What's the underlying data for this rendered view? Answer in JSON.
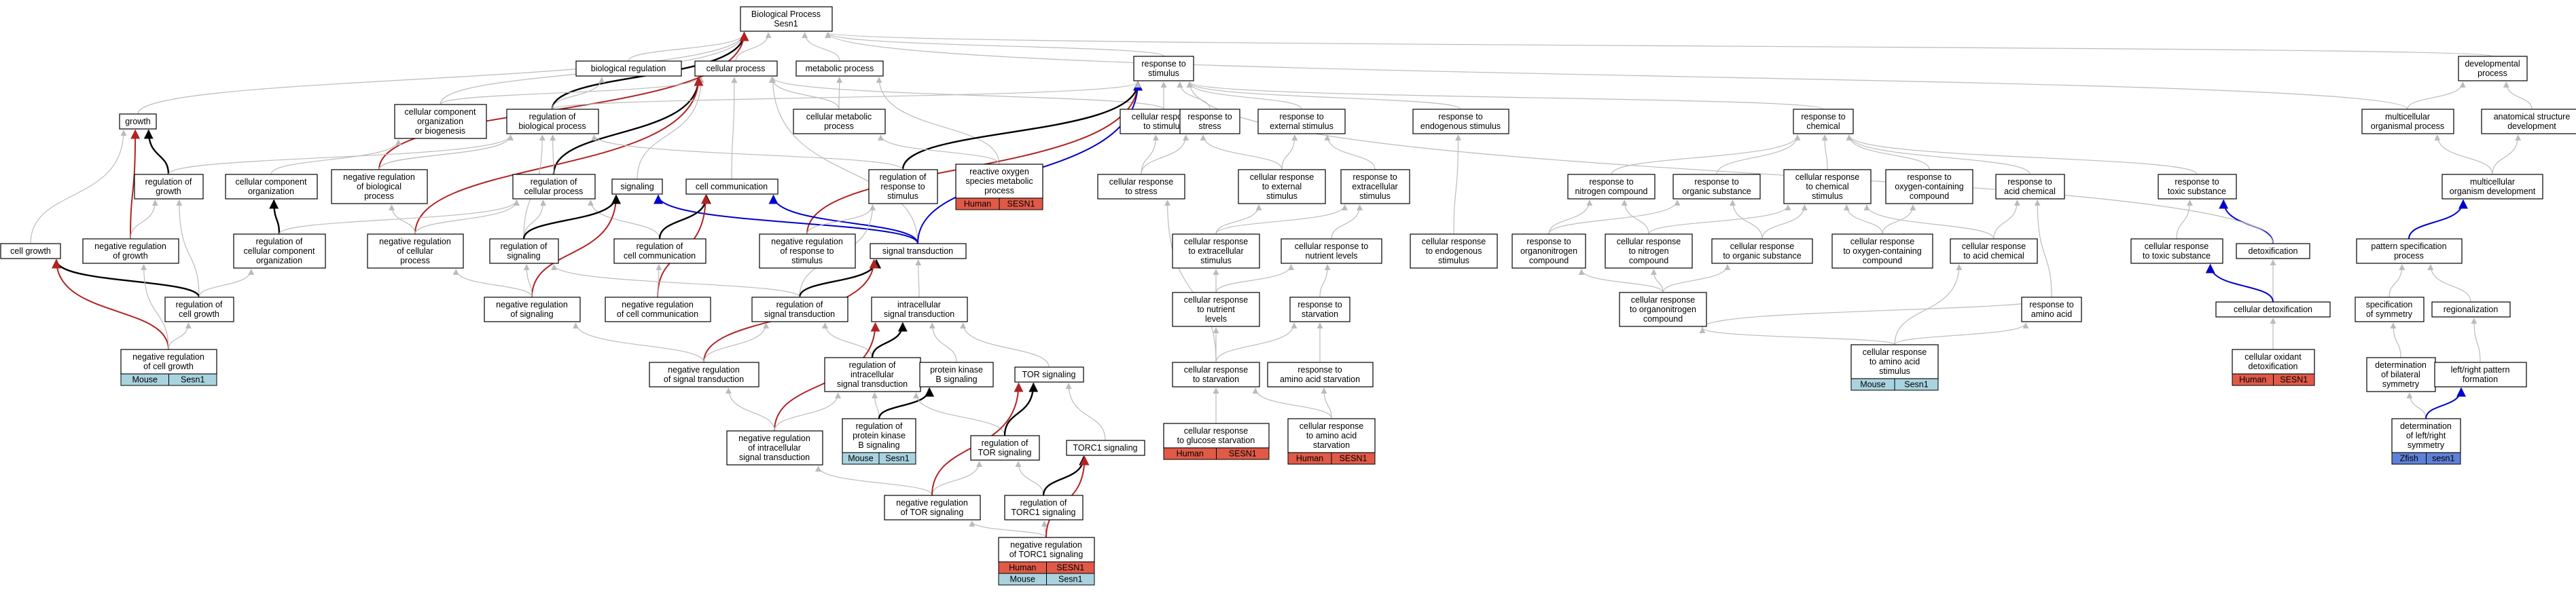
{
  "diagram": {
    "nodes": [
      {
        "id": "bp",
        "lines": [
          "Biological Process",
          "Sesn1"
        ]
      },
      {
        "id": "biolreg",
        "lines": [
          "biological regulation"
        ]
      },
      {
        "id": "cellproc",
        "lines": [
          "cellular process"
        ]
      },
      {
        "id": "metproc",
        "lines": [
          "metabolic process"
        ]
      },
      {
        "id": "resp",
        "lines": [
          "response to",
          "stimulus"
        ]
      },
      {
        "id": "devproc",
        "lines": [
          "developmental",
          "process"
        ]
      },
      {
        "id": "growth",
        "lines": [
          "growth"
        ]
      },
      {
        "id": "ccorg",
        "lines": [
          "cellular component",
          "organization",
          "or biogenesis"
        ]
      },
      {
        "id": "regbp",
        "lines": [
          "regulation of",
          "biological process"
        ]
      },
      {
        "id": "cellmet",
        "lines": [
          "cellular metabolic",
          "process"
        ]
      },
      {
        "id": "cellresp",
        "lines": [
          "cellular response",
          "to stimulus"
        ]
      },
      {
        "id": "respstress",
        "lines": [
          "response to",
          "stress"
        ]
      },
      {
        "id": "respext",
        "lines": [
          "response to",
          "external stimulus"
        ]
      },
      {
        "id": "respendo",
        "lines": [
          "response to",
          "endogenous stimulus"
        ]
      },
      {
        "id": "respchem",
        "lines": [
          "response to",
          "chemical"
        ]
      },
      {
        "id": "multiorg",
        "lines": [
          "multicellular",
          "organismal process"
        ]
      },
      {
        "id": "anatdev",
        "lines": [
          "anatomical structure",
          "development"
        ]
      },
      {
        "id": "reggrowth",
        "lines": [
          "regulation of",
          "growth"
        ]
      },
      {
        "id": "ccorg2",
        "lines": [
          "cellular component",
          "organization"
        ]
      },
      {
        "id": "negregbp",
        "lines": [
          "negative regulation",
          "of biological",
          "process"
        ]
      },
      {
        "id": "regcp",
        "lines": [
          "regulation of",
          "cellular process"
        ]
      },
      {
        "id": "signaling",
        "lines": [
          "signaling"
        ]
      },
      {
        "id": "cellcomm",
        "lines": [
          "cell communication"
        ]
      },
      {
        "id": "regresp",
        "lines": [
          "regulation of",
          "response to",
          "stimulus"
        ]
      },
      {
        "id": "ros",
        "lines": [
          "reactive oxygen",
          "species metabolic",
          "process"
        ],
        "badges": [
          {
            "rows": [
              [
                "Human",
                "SESN1"
              ]
            ],
            "colors": [
              "#e05a47",
              "#e05a47"
            ]
          }
        ]
      },
      {
        "id": "cellrespstress",
        "lines": [
          "cellular response",
          "to stress"
        ]
      },
      {
        "id": "cellrespext",
        "lines": [
          "cellular response",
          "to external",
          "stimulus"
        ]
      },
      {
        "id": "respextra",
        "lines": [
          "response to",
          "extracellular",
          "stimulus"
        ]
      },
      {
        "id": "respnitro",
        "lines": [
          "response to",
          "nitrogen compound"
        ]
      },
      {
        "id": "resporgsub",
        "lines": [
          "response to",
          "organic substance"
        ]
      },
      {
        "id": "cellrespchem",
        "lines": [
          "cellular response",
          "to chemical",
          "stimulus"
        ]
      },
      {
        "id": "respoxy",
        "lines": [
          "response to",
          "oxygen-containing",
          "compound"
        ]
      },
      {
        "id": "respacid",
        "lines": [
          "response to",
          "acid chemical"
        ]
      },
      {
        "id": "resptoxic",
        "lines": [
          "response to",
          "toxic substance"
        ]
      },
      {
        "id": "multidev",
        "lines": [
          "multicellular",
          "organism development"
        ]
      },
      {
        "id": "cellgrowth",
        "lines": [
          "cell growth"
        ]
      },
      {
        "id": "negreggrowth",
        "lines": [
          "negative regulation",
          "of growth"
        ]
      },
      {
        "id": "regccorg",
        "lines": [
          "regulation of",
          "cellular component",
          "organization"
        ]
      },
      {
        "id": "negregcp",
        "lines": [
          "negative regulation",
          "of cellular",
          "process"
        ]
      },
      {
        "id": "regsig",
        "lines": [
          "regulation of",
          "signaling"
        ]
      },
      {
        "id": "regcellcomm",
        "lines": [
          "regulation of",
          "cell communication"
        ]
      },
      {
        "id": "negregresp",
        "lines": [
          "negative regulation",
          "of response to",
          "stimulus"
        ]
      },
      {
        "id": "sigtrans",
        "lines": [
          "signal transduction"
        ]
      },
      {
        "id": "cellrespextra",
        "lines": [
          "cellular response",
          "to extracellular",
          "stimulus"
        ]
      },
      {
        "id": "respnutr",
        "lines": [
          "cellular response to",
          "nutrient levels"
        ]
      },
      {
        "id": "cellrespendo",
        "lines": [
          "cellular response",
          "to endogenous",
          "stimulus"
        ]
      },
      {
        "id": "respto_organo",
        "lines": [
          "response to",
          "organonitrogen",
          "compound"
        ]
      },
      {
        "id": "cellrespnitro",
        "lines": [
          "cellular response",
          "to nitrogen",
          "compound"
        ]
      },
      {
        "id": "cellresporg",
        "lines": [
          "cellular response",
          "to organic substance"
        ]
      },
      {
        "id": "cellrespoxy",
        "lines": [
          "cellular response",
          "to oxygen-containing",
          "compound"
        ]
      },
      {
        "id": "cellrespacid",
        "lines": [
          "cellular response",
          "to acid chemical"
        ]
      },
      {
        "id": "cellresptoxic",
        "lines": [
          "cellular response",
          "to toxic substance"
        ]
      },
      {
        "id": "detox",
        "lines": [
          "detoxification"
        ]
      },
      {
        "id": "patspec",
        "lines": [
          "pattern specification",
          "process"
        ]
      },
      {
        "id": "regcellgrowth",
        "lines": [
          "regulation of",
          "cell growth"
        ]
      },
      {
        "id": "negregsig",
        "lines": [
          "negative regulation",
          "of signaling"
        ]
      },
      {
        "id": "negregcc",
        "lines": [
          "negative regulation",
          "of cell communication"
        ]
      },
      {
        "id": "regsigtrans",
        "lines": [
          "regulation of",
          "signal transduction"
        ]
      },
      {
        "id": "intrasig",
        "lines": [
          "intracellular",
          "signal transduction"
        ]
      },
      {
        "id": "cellrespnutr",
        "lines": [
          "cellular response",
          "to nutrient",
          "levels"
        ]
      },
      {
        "id": "respstarv",
        "lines": [
          "response to",
          "starvation"
        ]
      },
      {
        "id": "cellresporgano",
        "lines": [
          "cellular response",
          "to organonitrogen",
          "compound"
        ]
      },
      {
        "id": "respamino",
        "lines": [
          "response to",
          "amino acid"
        ]
      },
      {
        "id": "celldetox",
        "lines": [
          "cellular detoxification"
        ]
      },
      {
        "id": "specsym",
        "lines": [
          "specification",
          "of symmetry"
        ]
      },
      {
        "id": "regionalization",
        "lines": [
          "regionalization"
        ]
      },
      {
        "id": "negregcellgrowth",
        "lines": [
          "negative regulation",
          "of cell growth"
        ],
        "badges": [
          {
            "rows": [
              [
                "Mouse",
                "Sesn1"
              ]
            ],
            "colors": [
              "#a9d3df",
              "#a9d3df"
            ]
          }
        ]
      },
      {
        "id": "negregsigtrans",
        "lines": [
          "negative regulation",
          "of signal transduction"
        ]
      },
      {
        "id": "regintrasig",
        "lines": [
          "regulation of",
          "intracellular",
          "signal transduction"
        ]
      },
      {
        "id": "pkb",
        "lines": [
          "protein kinase",
          "B signaling"
        ]
      },
      {
        "id": "tor",
        "lines": [
          "TOR signaling"
        ]
      },
      {
        "id": "cellrespstarv",
        "lines": [
          "cellular response",
          "to starvation"
        ]
      },
      {
        "id": "respaastarv",
        "lines": [
          "response to",
          "amino acid starvation"
        ]
      },
      {
        "id": "cellrespaa",
        "lines": [
          "cellular response",
          "to amino acid",
          "stimulus"
        ],
        "badges": [
          {
            "rows": [
              [
                "Mouse",
                "Sesn1"
              ]
            ],
            "colors": [
              "#a9d3df",
              "#a9d3df"
            ]
          }
        ]
      },
      {
        "id": "cellox",
        "lines": [
          "cellular oxidant",
          "detoxification"
        ],
        "badges": [
          {
            "rows": [
              [
                "Human",
                "SESN1"
              ]
            ],
            "colors": [
              "#e05a47",
              "#e05a47"
            ]
          }
        ]
      },
      {
        "id": "detbilat",
        "lines": [
          "determination",
          "of bilateral",
          "symmetry"
        ]
      },
      {
        "id": "lrpattern",
        "lines": [
          "left/right pattern",
          "formation"
        ]
      },
      {
        "id": "negregintra",
        "lines": [
          "negative regulation",
          "of intracellular",
          "signal transduction"
        ]
      },
      {
        "id": "regpkb",
        "lines": [
          "regulation of",
          "protein kinase",
          "B signaling"
        ],
        "badges": [
          {
            "rows": [
              [
                "Mouse",
                "Sesn1"
              ]
            ],
            "colors": [
              "#a9d3df",
              "#a9d3df"
            ]
          }
        ]
      },
      {
        "id": "regtor",
        "lines": [
          "regulation of",
          "TOR signaling"
        ]
      },
      {
        "id": "torc1",
        "lines": [
          "TORC1 signaling"
        ]
      },
      {
        "id": "cellrespglc",
        "lines": [
          "cellular response",
          "to glucose starvation"
        ],
        "badges": [
          {
            "rows": [
              [
                "Human",
                "SESN1"
              ]
            ],
            "colors": [
              "#e05a47",
              "#e05a47"
            ]
          }
        ]
      },
      {
        "id": "cellrespaastarv",
        "lines": [
          "cellular response",
          "to amino acid",
          "starvation"
        ],
        "badges": [
          {
            "rows": [
              [
                "Human",
                "SESN1"
              ]
            ],
            "colors": [
              "#e05a47",
              "#e05a47"
            ]
          }
        ]
      },
      {
        "id": "detlr",
        "lines": [
          "determination",
          "of left/right",
          "symmetry"
        ],
        "badges": [
          {
            "rows": [
              [
                "Zfish",
                "sesn1"
              ]
            ],
            "colors": [
              "#5f80d8",
              "#5f80d8"
            ]
          }
        ]
      },
      {
        "id": "negregtor",
        "lines": [
          "negative regulation",
          "of TOR signaling"
        ]
      },
      {
        "id": "regtorc1",
        "lines": [
          "regulation of",
          "TORC1 signaling"
        ]
      },
      {
        "id": "negregtorc1",
        "lines": [
          "negative regulation",
          "of TORC1 signaling"
        ],
        "badges": [
          {
            "rows": [
              [
                "Human",
                "SESN1"
              ],
              [
                "Mouse",
                "Sesn1"
              ]
            ],
            "colors": [
              "#e05a47",
              "#a9d3df"
            ]
          }
        ]
      }
    ],
    "edge_colors": {
      "is_a": "#bbbbbb",
      "part_of": "#000000",
      "negatively_regulates": "#b22222",
      "positively_regulates": "#0000cc"
    }
  }
}
